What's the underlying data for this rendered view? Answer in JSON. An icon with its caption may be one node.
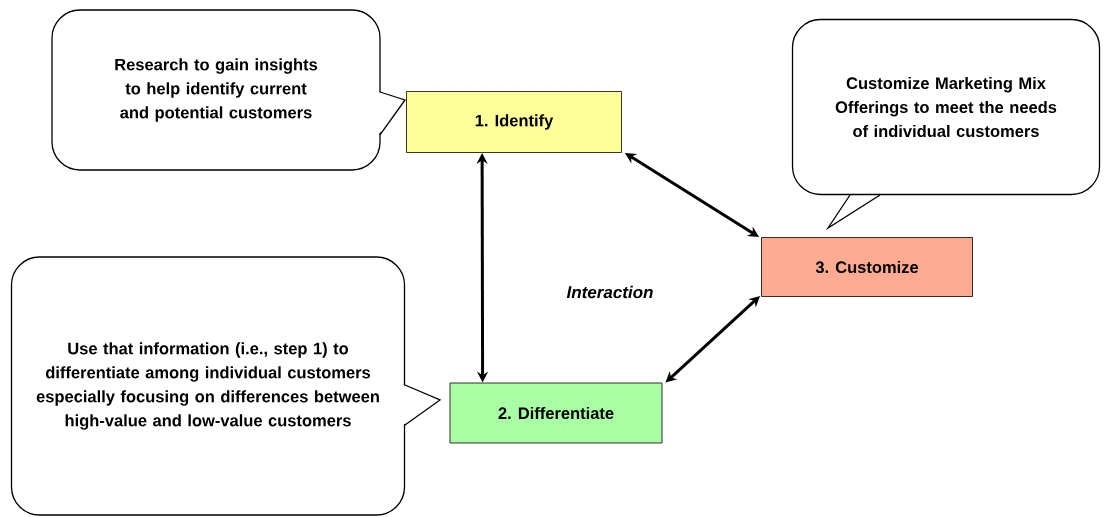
{
  "diagram": {
    "nodes": [
      {
        "text": [
          "Research to gain insights to help identify current and potential customers"
        ]
      },
      {
        "text": [
          "1. Identify"
        ]
      },
      {
        "text": [
          "Customize Marketing Mix Offerings to meet the needs of individual customers"
        ]
      },
      {
        "text": [
          "3. Customize"
        ]
      },
      {
        "text": [
          "Use that information (i.e., step 1) to differentiate among individual customers especially focusing on differences between high-value and low-value customers"
        ]
      },
      {
        "text": [
          "2. Differentiate"
        ]
      }
    ],
    "edges": [
      {
        "from": 1,
        "to": 5,
        "arrow": "both"
      },
      {
        "from": 1,
        "to": 3,
        "arrow": "both"
      },
      {
        "from": 5,
        "to": 3,
        "arrow": "both"
      }
    ],
    "labels": [
      "Interaction"
    ]
  }
}
